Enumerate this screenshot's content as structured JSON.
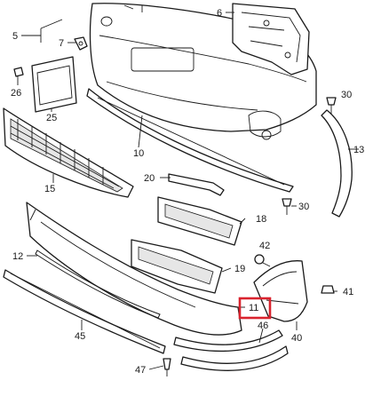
{
  "diagram": {
    "labels": {
      "p5": "5",
      "p6": "6",
      "p7": "7",
      "p10": "10",
      "p11": "11",
      "p12": "12",
      "p13": "13",
      "p15": "15",
      "p18": "18",
      "p19": "19",
      "p20": "20",
      "p25": "25",
      "p26": "26",
      "p30a": "30",
      "p30b": "30",
      "p40": "40",
      "p41": "41",
      "p42": "42",
      "p45": "45",
      "p46": "46",
      "p47": "47"
    },
    "highlight": {
      "part": "11",
      "color": "#d9232e"
    }
  }
}
